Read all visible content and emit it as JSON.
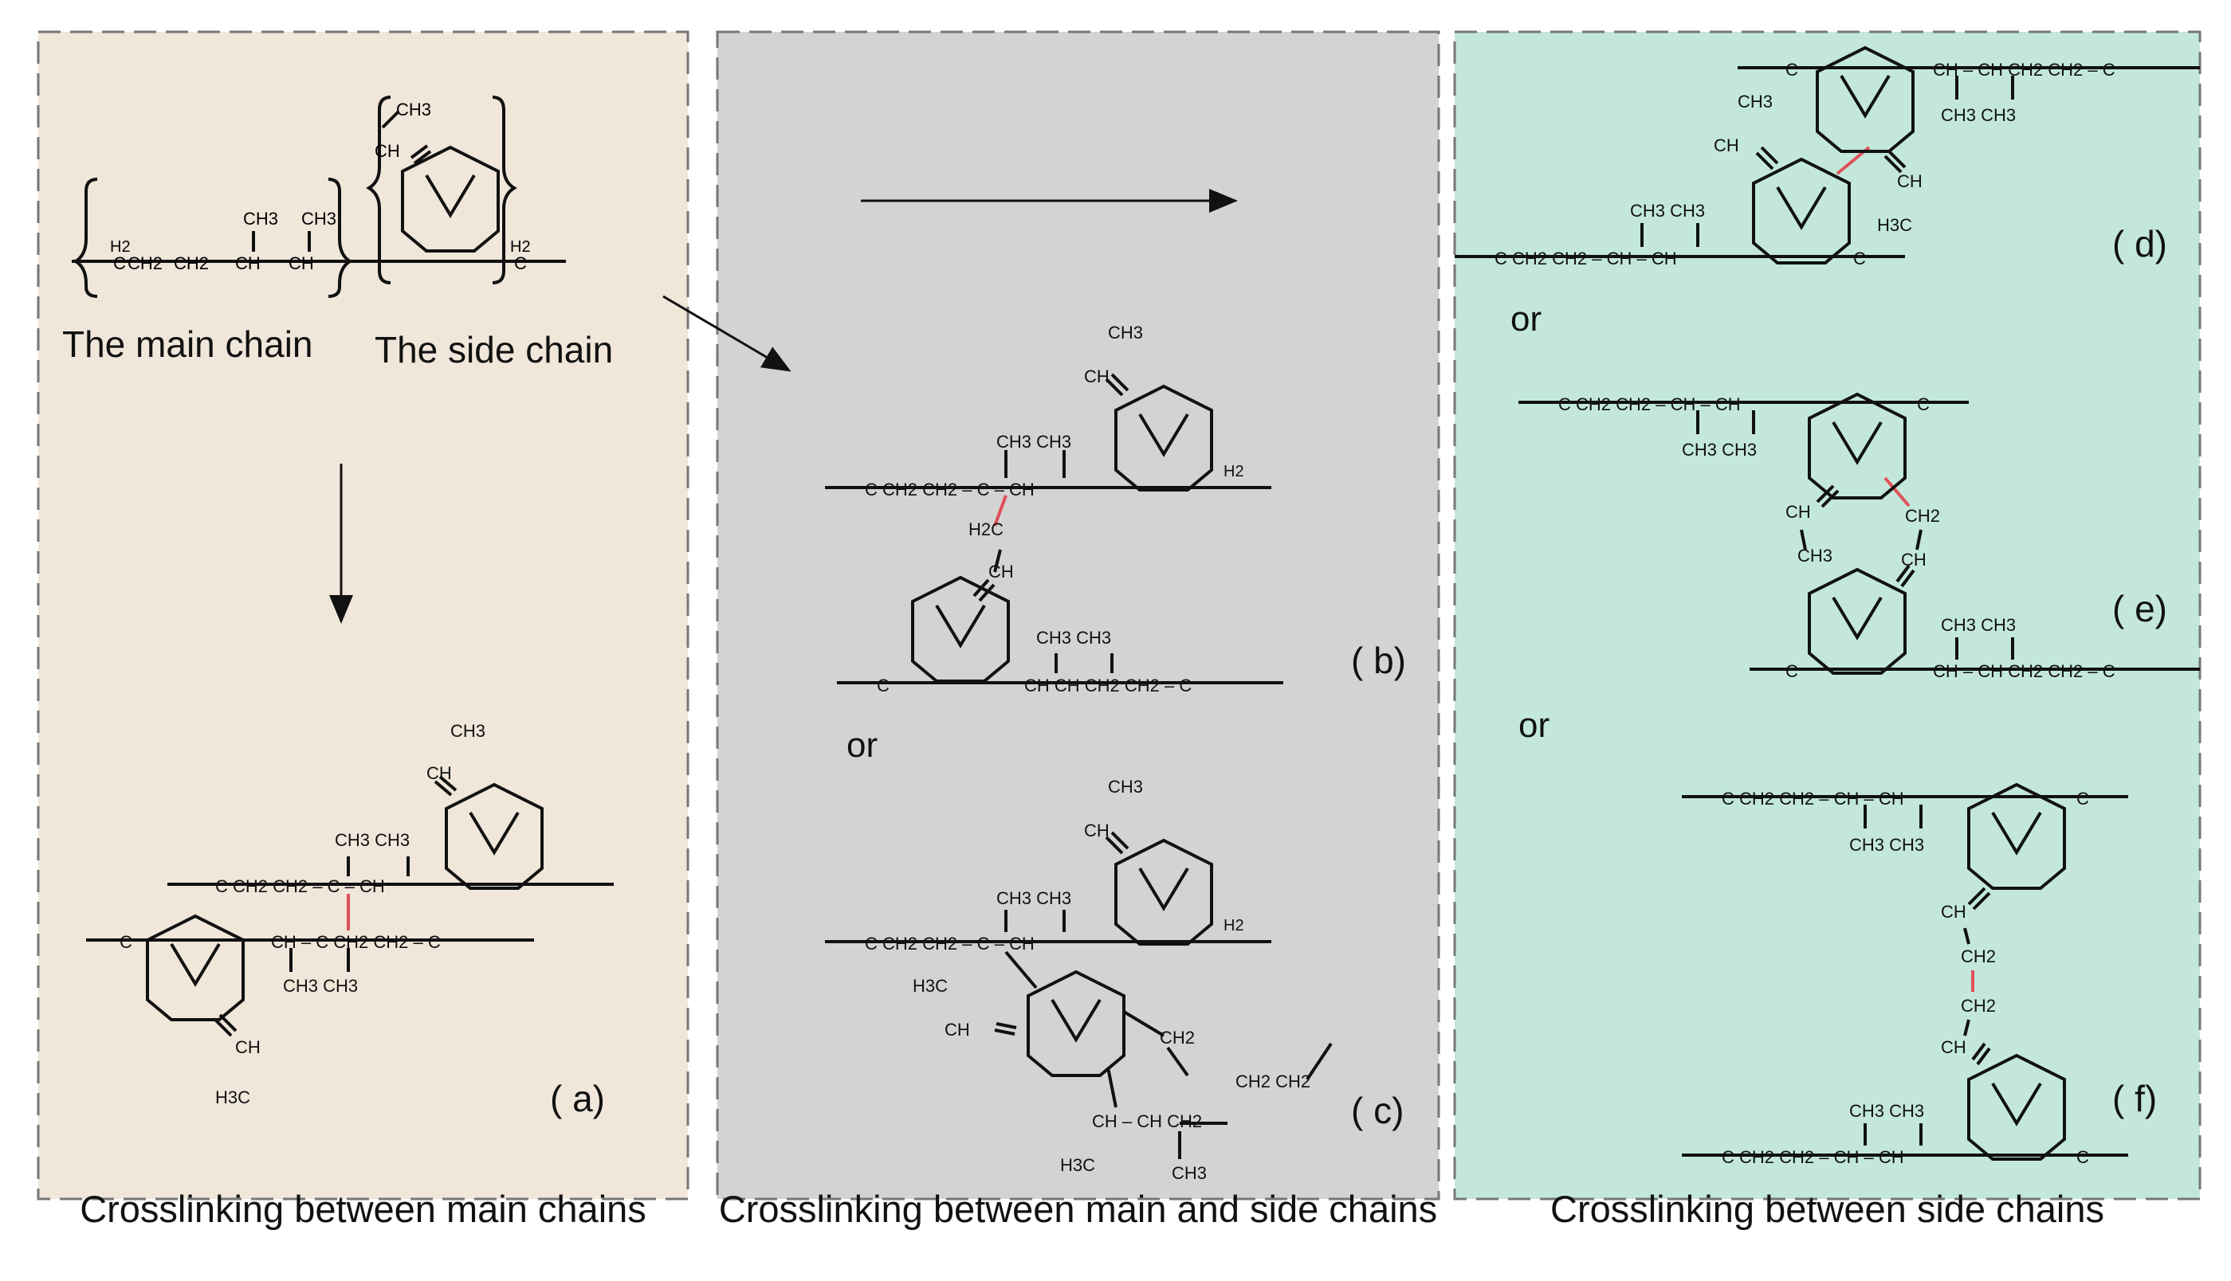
{
  "colors": {
    "panel_a_bg": "#f0e6da",
    "panel_b_bg": "#d3d3d3",
    "panel_c_bg": "#c3e8d9",
    "bond": "#111111",
    "crosslink_bond": "#e0505a",
    "panel_border": "#777777"
  },
  "legend": {
    "main_chain": "The main chain",
    "side_chain": "The side chain",
    "monomer_labels": {
      "ch3": "CH3",
      "ch": "CH",
      "h2": "H2",
      "c": "C",
      "ch2": "CH2"
    }
  },
  "or_labels": [
    "or",
    "or",
    "or"
  ],
  "structures": {
    "a": {
      "tag": "( a)"
    },
    "b": {
      "tag": "( b)"
    },
    "c": {
      "tag": "( c)"
    },
    "d": {
      "tag": "( d)"
    },
    "e": {
      "tag": "( e)"
    },
    "f": {
      "tag": "( f)"
    }
  },
  "captions": {
    "left": "Crosslinking between main chains",
    "middle": "Crosslinking between main and side chains",
    "right": "Crosslinking between  side chains"
  }
}
